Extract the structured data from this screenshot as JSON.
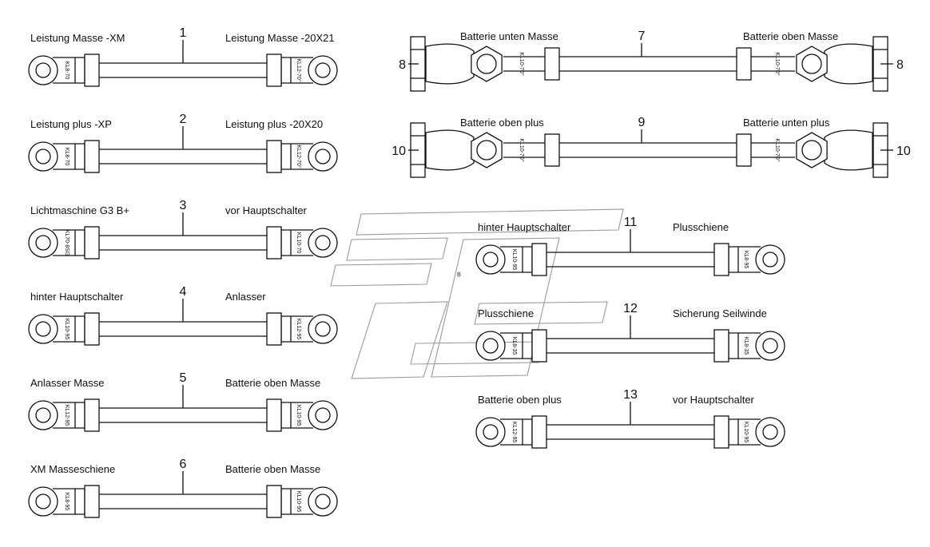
{
  "colors": {
    "line": "#111111",
    "background": "#ffffff",
    "watermark": "#9a9a9a"
  },
  "watermark_text": "s",
  "cables": [
    {
      "number": "1",
      "left_label": "Leistung Masse -XM",
      "right_label": "Leistung Masse -20X21",
      "left_code": "KL8-70",
      "right_code": "KL12-70°"
    },
    {
      "number": "2",
      "left_label": "Leistung plus -XP",
      "right_label": "Leistung plus -20X20",
      "left_code": "KL8-70",
      "right_code": "KL12-70°"
    },
    {
      "number": "3",
      "left_label": "Lichtmaschine G3 B+",
      "right_label": "vor Hauptschalter",
      "left_code": "KL70-8SG",
      "right_code": "KL10-70"
    },
    {
      "number": "4",
      "left_label": "hinter Hauptschalter",
      "right_label": "Anlasser",
      "left_code": "KL10-95",
      "right_code": "KL12-95"
    },
    {
      "number": "5",
      "left_label": "Anlasser Masse",
      "right_label": "Batterie oben Masse",
      "left_code": "KL12-95",
      "right_code": "KL10-95"
    },
    {
      "number": "6",
      "left_label": "XM Masseschiene",
      "right_label": "Batterie oben Masse",
      "left_code": "KL8-95",
      "right_code": "KL10-95"
    },
    {
      "number": "11",
      "left_label": "hinter Hauptschalter",
      "right_label": "Plusschiene",
      "left_code": "KL10-95",
      "right_code": "KL8-95"
    },
    {
      "number": "12",
      "left_label": "Plusschiene",
      "right_label": "Sicherung Seilwinde",
      "left_code": "KL8-35",
      "right_code": "KL8-35"
    },
    {
      "number": "13",
      "left_label": "Batterie oben plus",
      "right_label": "vor Hauptschalter",
      "left_code": "KL12-95",
      "right_code": "KL10-95"
    }
  ],
  "battery_cables": [
    {
      "number": "7",
      "left_label": "Batterie unten Masse",
      "right_label": "Batterie oben Masse",
      "left_code": "KL10-70°",
      "right_code": "KL10-70°",
      "left_clamp": "8",
      "right_clamp": "8"
    },
    {
      "number": "9",
      "left_label": "Batterie oben plus",
      "right_label": "Batterie unten plus",
      "left_code": "KL10-70°",
      "right_code": "KL10-70°",
      "left_clamp": "10",
      "right_clamp": "10"
    }
  ]
}
